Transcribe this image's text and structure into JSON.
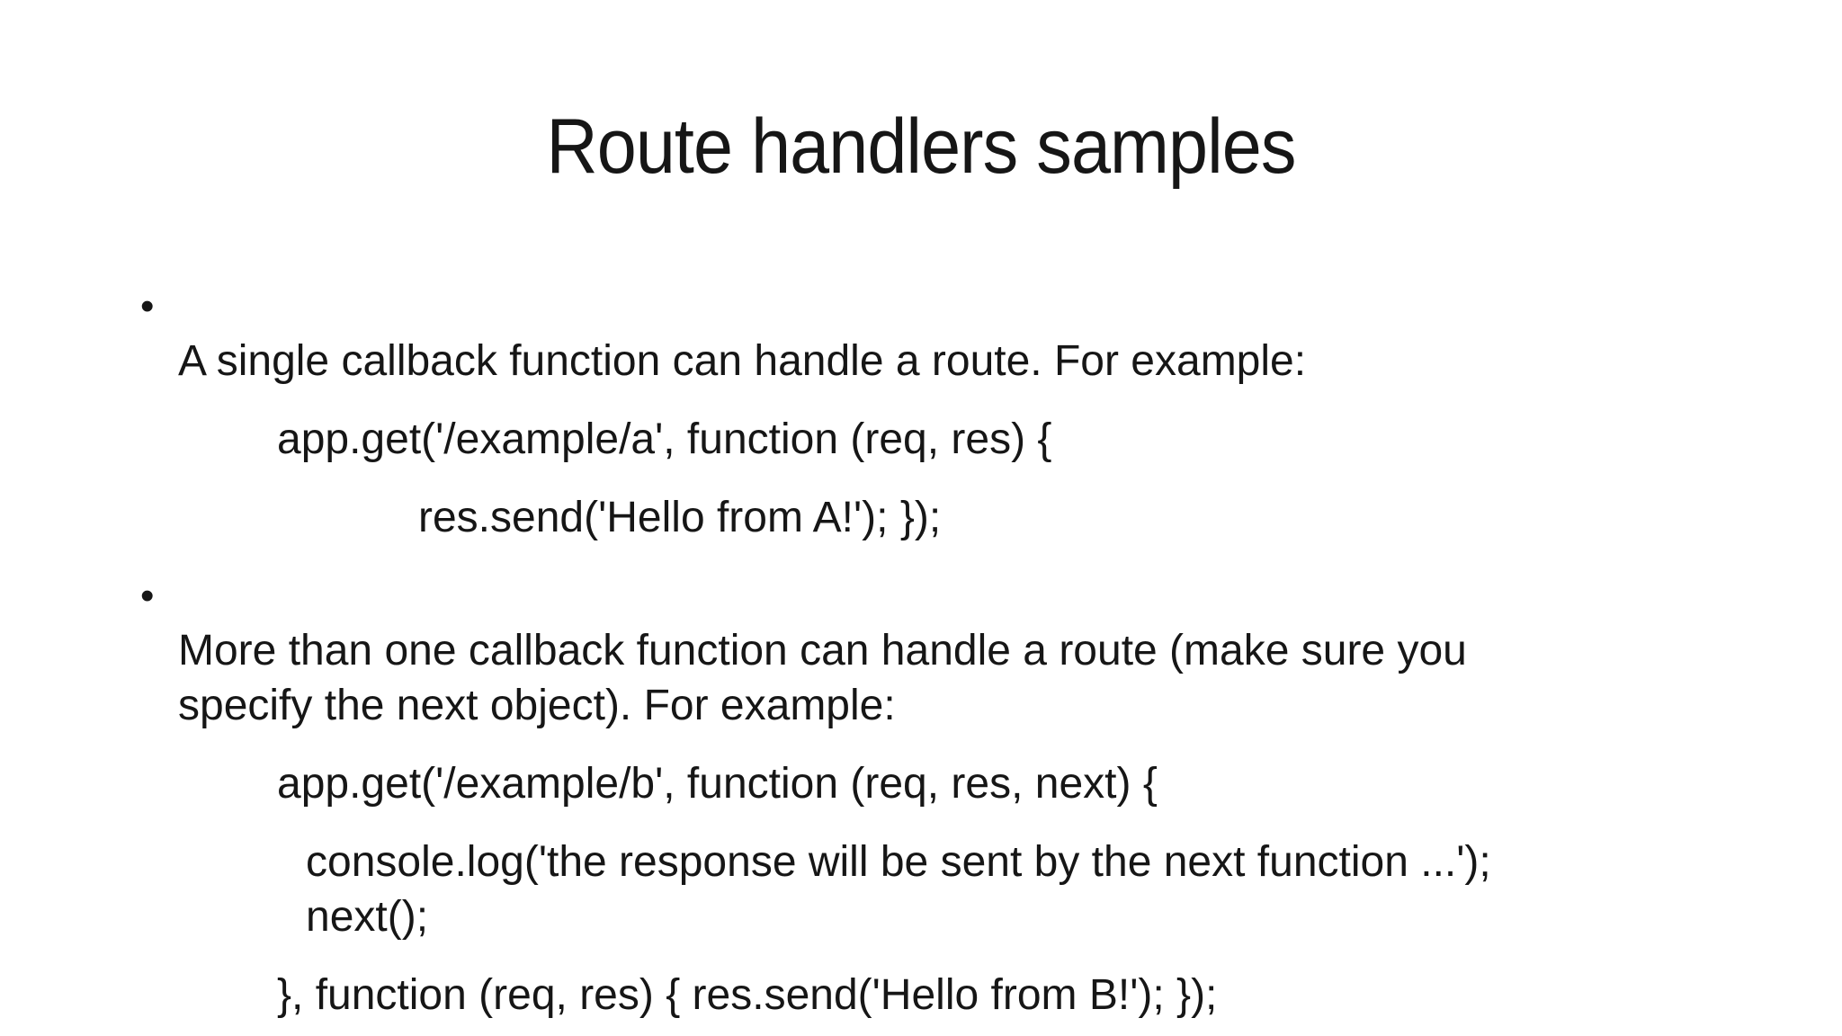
{
  "slide": {
    "background_color": "#ffffff",
    "text_color": "#161616",
    "title": "Route handlers samples",
    "bullet_char": "•",
    "bullets": [
      {
        "lines": [
          "A single callback function can handle a route. For example:"
        ],
        "code": [
          "app.get('/example/a', function (req, res) {",
          "res.send('Hello from A!'); });"
        ]
      },
      {
        "lines": [
          "More than one callback function can handle a route (make sure you",
          "specify the next object). For example:"
        ],
        "code": [
          "app.get('/example/b', function (req, res, next) {",
          "console.log('the response will be sent by the next function ...');",
          "next();",
          "}, function (req, res) { res.send('Hello from B!'); });"
        ]
      }
    ]
  }
}
